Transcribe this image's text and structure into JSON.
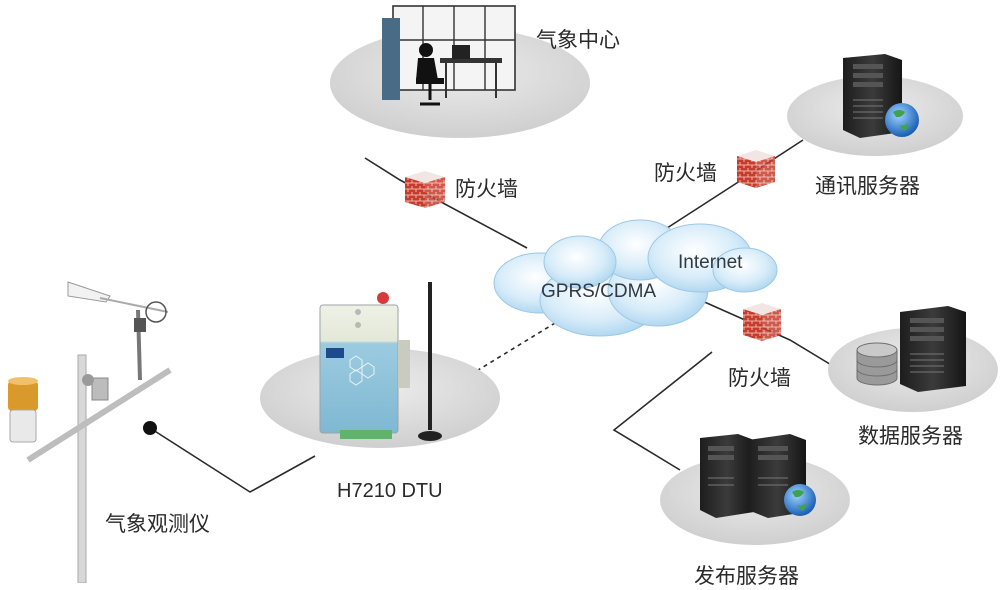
{
  "nodes": {
    "weather_center": "气象中心",
    "comm_server": "通讯服务器",
    "data_server": "数据服务器",
    "publish_server": "发布服务器",
    "weather_station": "气象观测仪",
    "dtu": "H7210 DTU"
  },
  "cloud": {
    "gprs_label": "GPRS/CDMA",
    "internet_label": "Internet"
  },
  "firewalls": {
    "fw1": "防火墙",
    "fw2": "防火墙",
    "fw3": "防火墙"
  },
  "colors": {
    "platform": "#d9d9d9",
    "cloud": "#cfe7f7",
    "firewall_brick": "#c8352a",
    "dtu_body": "#8fc1d8",
    "line": "#2a2a2a"
  }
}
